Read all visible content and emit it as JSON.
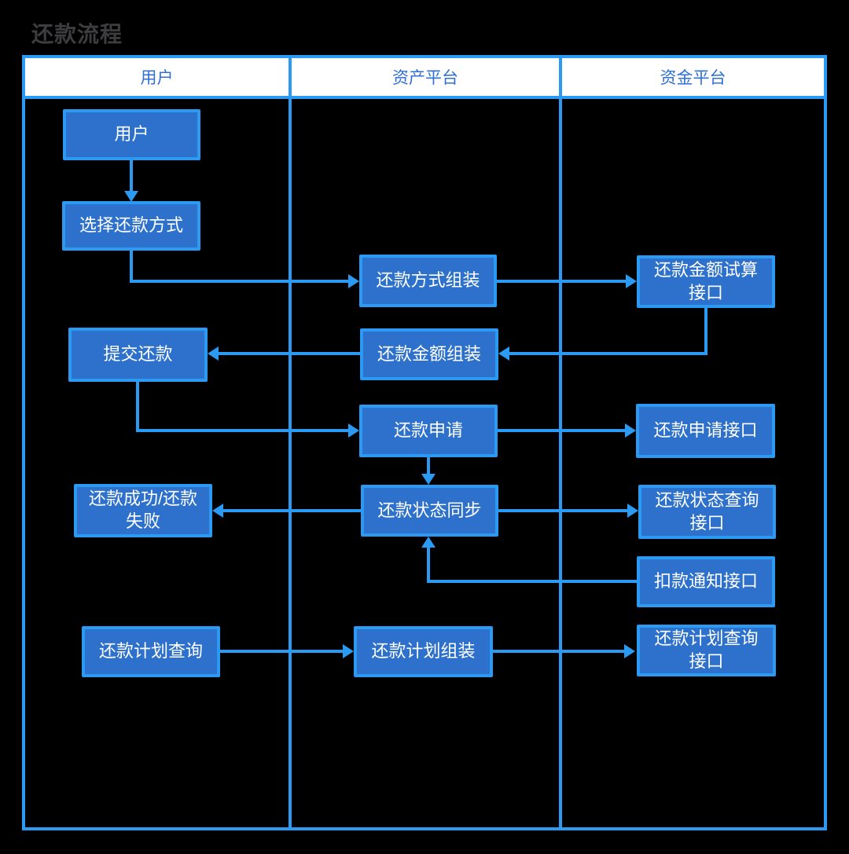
{
  "title": "还款流程",
  "colors": {
    "accent": "#2b9af3",
    "node_fill": "#2e71cc",
    "node_text": "#ffffff",
    "header_text": "#2e70d5",
    "title_text": "#3d3d3f",
    "lane_header_bg": "#ffffff"
  },
  "lanes": [
    {
      "label": "用户"
    },
    {
      "label": "资产平台"
    },
    {
      "label": "资金平台"
    }
  ],
  "nodes": {
    "user": {
      "label": "用户",
      "lane": "用户"
    },
    "choose_method": {
      "label": "选择还款方式",
      "lane": "用户"
    },
    "submit_repay": {
      "label": "提交还款",
      "lane": "用户"
    },
    "repay_result": {
      "label": "还款成功/还款\n失败",
      "lane": "用户"
    },
    "plan_query": {
      "label": "还款计划查询",
      "lane": "用户"
    },
    "method_assemble": {
      "label": "还款方式组装",
      "lane": "资产平台"
    },
    "amount_assemble": {
      "label": "还款金额组装",
      "lane": "资产平台"
    },
    "repay_apply": {
      "label": "还款申请",
      "lane": "资产平台"
    },
    "status_sync": {
      "label": "还款状态同步",
      "lane": "资产平台"
    },
    "plan_assemble": {
      "label": "还款计划组装",
      "lane": "资产平台"
    },
    "amount_trial_api": {
      "label": "还款金额试算\n接口",
      "lane": "资金平台"
    },
    "apply_api": {
      "label": "还款申请接口",
      "lane": "资金平台"
    },
    "status_query_api": {
      "label": "还款状态查询\n接口",
      "lane": "资金平台"
    },
    "debit_notify_api": {
      "label": "扣款通知接口",
      "lane": "资金平台"
    },
    "plan_query_api": {
      "label": "还款计划查询\n接口",
      "lane": "资金平台"
    }
  },
  "edges": [
    {
      "from": "user",
      "to": "choose_method"
    },
    {
      "from": "choose_method",
      "to": "method_assemble"
    },
    {
      "from": "method_assemble",
      "to": "amount_trial_api"
    },
    {
      "from": "amount_trial_api",
      "to": "amount_assemble"
    },
    {
      "from": "amount_assemble",
      "to": "submit_repay"
    },
    {
      "from": "submit_repay",
      "to": "repay_apply"
    },
    {
      "from": "repay_apply",
      "to": "apply_api"
    },
    {
      "from": "repay_apply",
      "to": "status_sync"
    },
    {
      "from": "status_sync",
      "to": "status_query_api"
    },
    {
      "from": "status_sync",
      "to": "repay_result"
    },
    {
      "from": "debit_notify_api",
      "to": "status_sync"
    },
    {
      "from": "plan_query",
      "to": "plan_assemble"
    },
    {
      "from": "plan_assemble",
      "to": "plan_query_api"
    }
  ]
}
